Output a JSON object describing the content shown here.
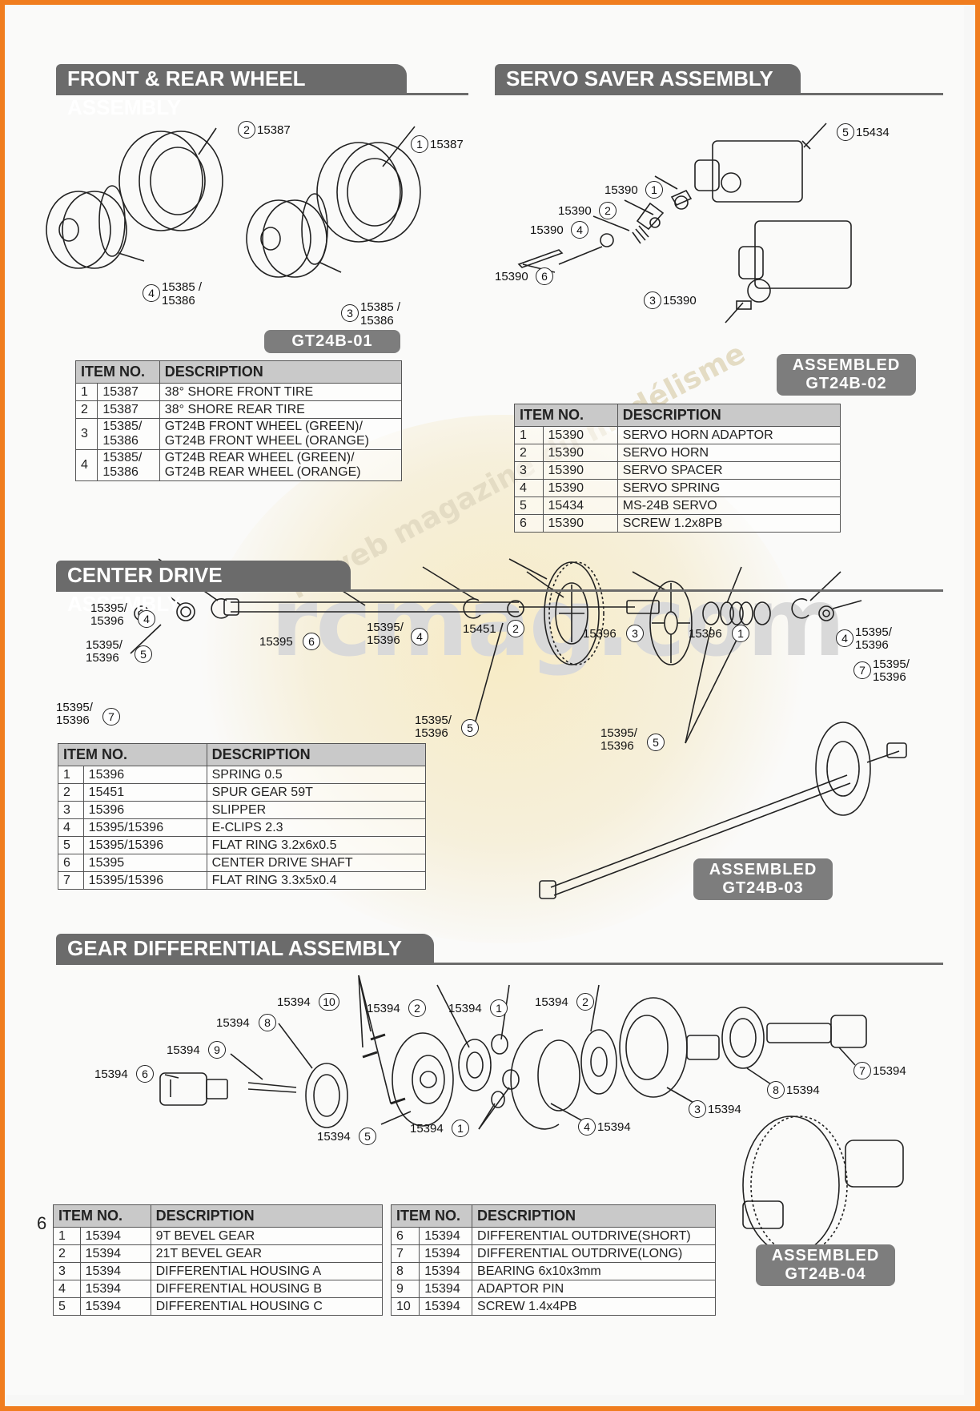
{
  "page_number": "6",
  "watermark": {
    "text": "rcmag.com",
    "arc_text": "le web magazine du modélisme"
  },
  "wheel": {
    "title": "FRONT & REAR WHEEL ASSEMBLY",
    "tag": "GT24B-01",
    "callouts": {
      "c2": "15387",
      "c1": "15387",
      "c4a": "15385 /",
      "c4b": "15386",
      "c3a": "15385 /",
      "c3b": "15386"
    },
    "table": {
      "headers": [
        "ITEM NO.",
        "DESCRIPTION"
      ],
      "rows": [
        {
          "n": "1",
          "part": "15387",
          "desc": "38° SHORE FRONT TIRE"
        },
        {
          "n": "2",
          "part": "15387",
          "desc": "38° SHORE REAR TIRE"
        },
        {
          "n": "3",
          "part": "15385/",
          "part2": "15386",
          "desc": "GT24B FRONT WHEEL (GREEN)/",
          "desc2": "GT24B FRONT WHEEL (ORANGE)"
        },
        {
          "n": "4",
          "part": "15385/",
          "part2": "15386",
          "desc": "GT24B REAR WHEEL (GREEN)/",
          "desc2": "GT24B REAR WHEEL (ORANGE)"
        }
      ]
    }
  },
  "servo": {
    "title": "SERVO SAVER ASSEMBLY",
    "tag_line1": "ASSEMBLED",
    "tag_line2": "GT24B-02",
    "callouts": {
      "c5": "15434",
      "c1": "15390",
      "c2": "15390",
      "c4": "15390",
      "c6": "15390",
      "c3": "15390"
    },
    "table": {
      "headers": [
        "ITEM NO.",
        "DESCRIPTION"
      ],
      "rows": [
        {
          "n": "1",
          "part": "15390",
          "desc": "SERVO HORN ADAPTOR"
        },
        {
          "n": "2",
          "part": "15390",
          "desc": "SERVO HORN"
        },
        {
          "n": "3",
          "part": "15390",
          "desc": "SERVO SPACER"
        },
        {
          "n": "4",
          "part": "15390",
          "desc": "SERVO SPRING"
        },
        {
          "n": "5",
          "part": "15434",
          "desc": "MS-24B SERVO"
        },
        {
          "n": "6",
          "part": "15390",
          "desc": "SCREW 1.2x8PB"
        }
      ]
    }
  },
  "center": {
    "title": "CENTER DRIVE ASSEMBLY",
    "tag_line1": "ASSEMBLED",
    "tag_line2": "GT24B-03",
    "callouts": {
      "a4a": "15395/",
      "a4b": "15396",
      "a5a": "15395/",
      "a5b": "15396",
      "a7a": "15395/",
      "a7b": "15396",
      "s6": "15395",
      "m4a": "15395/",
      "m4b": "15396",
      "m5a": "15395/",
      "m5b": "15396",
      "g2": "15451",
      "sl3": "15396",
      "sp1": "15396",
      "r4a": "15395/",
      "r4b": "15396",
      "r7a": "15395/",
      "r7b": "15396",
      "r5a": "15395/",
      "r5b": "15396"
    },
    "table": {
      "headers": [
        "ITEM NO.",
        "DESCRIPTION"
      ],
      "rows": [
        {
          "n": "1",
          "part": "15396",
          "desc": "SPRING 0.5"
        },
        {
          "n": "2",
          "part": "15451",
          "desc": "SPUR GEAR 59T"
        },
        {
          "n": "3",
          "part": "15396",
          "desc": "SLIPPER"
        },
        {
          "n": "4",
          "part": "15395/15396",
          "desc": "E-CLIPS 2.3"
        },
        {
          "n": "5",
          "part": "15395/15396",
          "desc": "FLAT RING 3.2x6x0.5"
        },
        {
          "n": "6",
          "part": "15395",
          "desc": "CENTER DRIVE SHAFT"
        },
        {
          "n": "7",
          "part": "15395/15396",
          "desc": "FLAT RING 3.3x5x0.4"
        }
      ]
    }
  },
  "diff": {
    "title": "GEAR DIFFERENTIAL ASSEMBLY",
    "tag_line1": "ASSEMBLED",
    "tag_line2": "GT24B-04",
    "callouts": {
      "c10": "15394",
      "c8a": "15394",
      "c9": "15394",
      "c6": "15394",
      "c5": "15394",
      "c2a": "15394",
      "c1a": "15394",
      "c2b": "15394",
      "c1b": "15394",
      "c4": "15394",
      "c3": "15394",
      "c8b": "15394",
      "c7": "15394"
    },
    "table_left": {
      "headers": [
        "ITEM NO.",
        "DESCRIPTION"
      ],
      "rows": [
        {
          "n": "1",
          "part": "15394",
          "desc": "9T BEVEL GEAR"
        },
        {
          "n": "2",
          "part": "15394",
          "desc": "21T BEVEL GEAR"
        },
        {
          "n": "3",
          "part": "15394",
          "desc": "DIFFERENTIAL HOUSING A"
        },
        {
          "n": "4",
          "part": "15394",
          "desc": "DIFFERENTIAL HOUSING B"
        },
        {
          "n": "5",
          "part": "15394",
          "desc": "DIFFERENTIAL HOUSING C"
        }
      ]
    },
    "table_right": {
      "headers": [
        "ITEM NO.",
        "DESCRIPTION"
      ],
      "rows": [
        {
          "n": "6",
          "part": "15394",
          "desc": "DIFFERENTIAL OUTDRIVE(SHORT)"
        },
        {
          "n": "7",
          "part": "15394",
          "desc": "DIFFERENTIAL OUTDRIVE(LONG)"
        },
        {
          "n": "8",
          "part": "15394",
          "desc": "BEARING 6x10x3mm"
        },
        {
          "n": "9",
          "part": "15394",
          "desc": "ADAPTOR PIN"
        },
        {
          "n": "10",
          "part": "15394",
          "desc": "SCREW 1.4x4PB"
        }
      ]
    }
  }
}
